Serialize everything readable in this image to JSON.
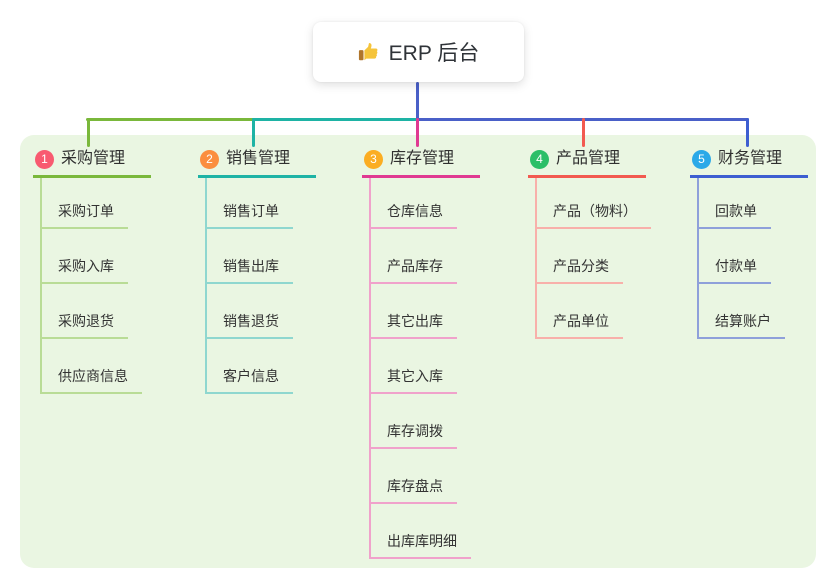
{
  "root": {
    "icon": "thumbs-up",
    "label": "ERP 后台"
  },
  "colors": {
    "background": "#ffffff",
    "panel": "#eaf6e2",
    "connector": "#4a60c8",
    "text": "#333333"
  },
  "branches": [
    {
      "num": "1",
      "label": "采购管理",
      "badge_color": "#f85a70",
      "line_color": "#7ab83b",
      "sub_line_color": "#b9dc96",
      "children": [
        "采购订单",
        "采购入库",
        "采购退货",
        "供应商信息"
      ]
    },
    {
      "num": "2",
      "label": "销售管理",
      "badge_color": "#fb8e3f",
      "line_color": "#1eb3a5",
      "sub_line_color": "#8fd7cf",
      "children": [
        "销售订单",
        "销售出库",
        "销售退货",
        "客户信息"
      ]
    },
    {
      "num": "3",
      "label": "库存管理",
      "badge_color": "#fbad22",
      "line_color": "#e03a92",
      "sub_line_color": "#f0a2cb",
      "children": [
        "仓库信息",
        "产品库存",
        "其它出库",
        "其它入库",
        "库存调拨",
        "库存盘点",
        "出库库明细"
      ]
    },
    {
      "num": "4",
      "label": "产品管理",
      "badge_color": "#2cbf68",
      "line_color": "#f25a50",
      "sub_line_color": "#f8b0aa",
      "children": [
        "产品（物料）",
        "产品分类",
        "产品单位"
      ]
    },
    {
      "num": "5",
      "label": "财务管理",
      "badge_color": "#2ba9e8",
      "line_color": "#3d5ed1",
      "sub_line_color": "#8fa0da",
      "children": [
        "回款单",
        "付款单",
        "结算账户"
      ]
    }
  ]
}
